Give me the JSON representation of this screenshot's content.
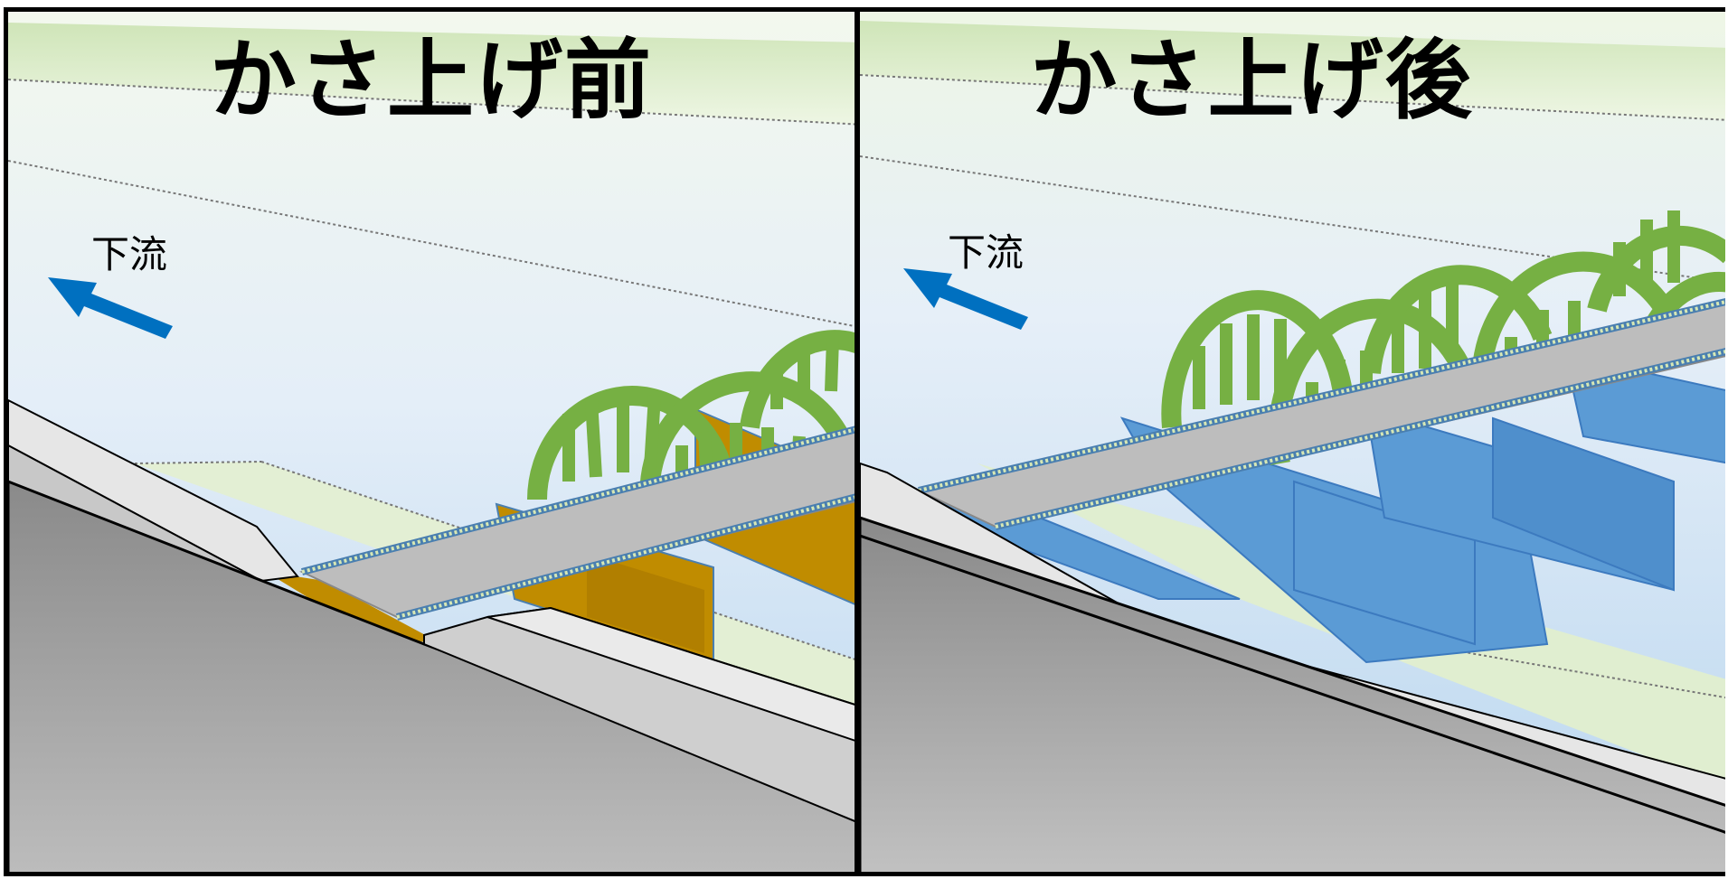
{
  "panels": {
    "before": {
      "title": "かさ上げ前",
      "flow_label": "下流",
      "pier_color": "#c08c00"
    },
    "after": {
      "title": "かさ上げ後",
      "flow_label": "下流",
      "pier_color": "#5b9bd5"
    }
  },
  "colors": {
    "arch": "#76b043",
    "arrow": "#0070c0",
    "deck": "#bdbdbd",
    "bank": "#9a9a9a",
    "water": "#c9e0f2",
    "grass": "#dcebc8"
  },
  "icons": {
    "flow_arrow": "arrow-up-left-icon"
  }
}
